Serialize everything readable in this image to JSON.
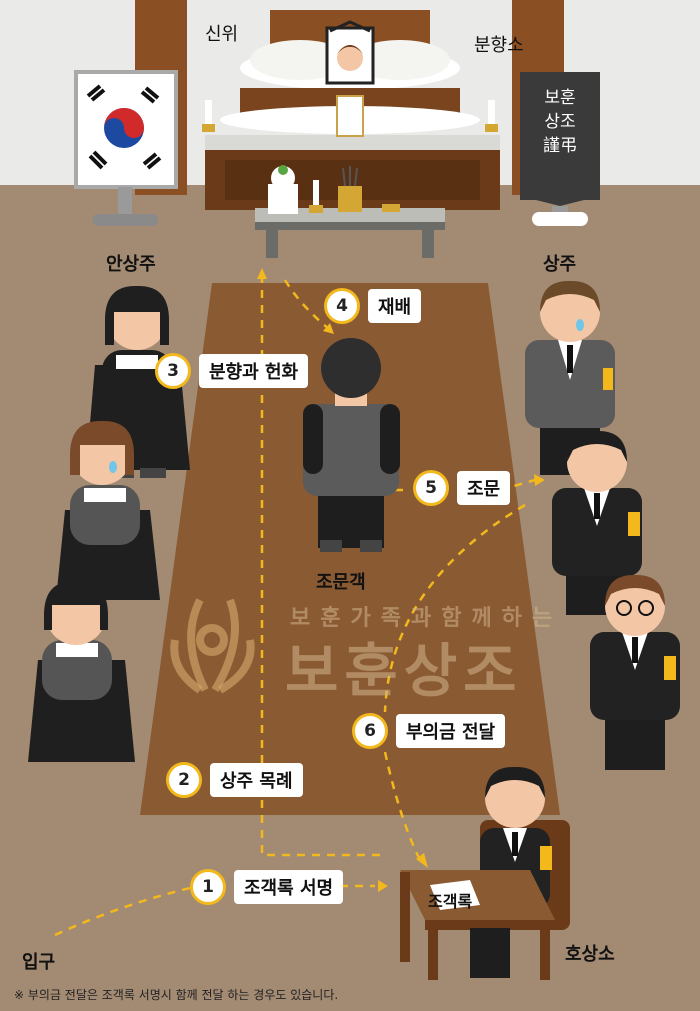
{
  "labels": {
    "sinwi": "신위",
    "bunhyangso": "분향소",
    "ansangju": "안상주",
    "sangju": "상주",
    "jomungaek": "조문객",
    "josagrok_table": "조객록",
    "ipgu": "입구",
    "hosangso": "호상소"
  },
  "banner": {
    "line1": "보훈",
    "line2": "상조",
    "line3": "謹弔"
  },
  "steps": [
    {
      "num": "1",
      "text": "조객록 서명"
    },
    {
      "num": "2",
      "text": "상주 목례"
    },
    {
      "num": "3",
      "text": "분향과 헌화"
    },
    {
      "num": "4",
      "text": "재배"
    },
    {
      "num": "5",
      "text": "조문"
    },
    {
      "num": "6",
      "text": "부의금 전달"
    }
  ],
  "watermark": {
    "tagline": "보훈가족과함께하는",
    "brand": "보훈상조"
  },
  "footnote": "※ 부의금 전달은 조객록 서명시 함께 전달 하는 경우도 있습니다.",
  "colors": {
    "floor": "#a38a72",
    "wall": "#eaeae8",
    "carpet": "#8a5a33",
    "accent": "#f2b81c",
    "suit": "#5b5b5b",
    "hanbok": "#1f1f1f"
  }
}
